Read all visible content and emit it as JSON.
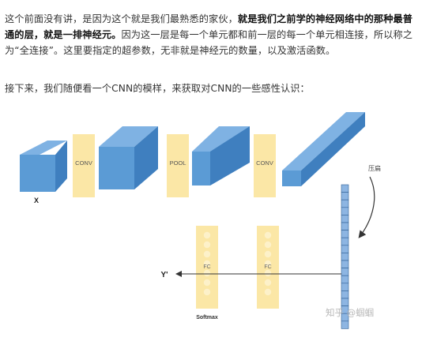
{
  "article": {
    "para1_part1": "这个前面没有讲，是因为这个就是我们最熟悉的家伙，",
    "para1_bold1": "就是我们之前学的神经网络中的那种最普通的层，就是一排神经元。",
    "para1_part2": "因为这一层是每一个单元都和前一层的每一个单元相连接，所以称之为“全连接”。这里要指定的超参数，无非就是神经元的数量，以及激活函数。",
    "para2": "接下来，我们随便看一个CNN的模样，来获取对CNN的一些感性认识："
  },
  "diagram": {
    "input_label": "X",
    "conv1_label": "CONV",
    "pool_label": "POOL",
    "conv2_label": "CONV",
    "flatten_label": "压扁",
    "fc1_label": "FC",
    "fc2_label": "FC",
    "output_label": "Y'",
    "softmax_label": "Softmax",
    "watermark": "知乎 @蝈蝈",
    "colors": {
      "cube_front": "#5b9bd5",
      "cube_top": "#7fb2e3",
      "cube_side": "#3f7fbf",
      "layer_band": "#fbe7a6",
      "neuron": "#fdf1c9",
      "flatten_column": "#8db5e2"
    }
  }
}
